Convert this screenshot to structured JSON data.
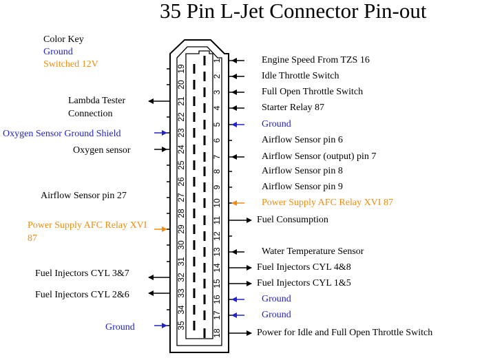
{
  "title": "35 Pin L-Jet Connector Pin-out",
  "colors": {
    "ground": "#2222cc",
    "switched": "#f28c0f",
    "default": "#000000"
  },
  "color_key": {
    "heading": "Color Key",
    "items": [
      {
        "label": "Ground",
        "kind": "ground"
      },
      {
        "label": "Switched 12V",
        "kind": "switched"
      }
    ]
  },
  "right_pins": [
    {
      "pin": "1",
      "label": "Engine Speed From TZS 16",
      "kind": "default",
      "dir": "in"
    },
    {
      "pin": "2",
      "label": "Idle Throttle Switch",
      "kind": "default",
      "dir": "in"
    },
    {
      "pin": "3",
      "label": "Full Open Throttle Switch",
      "kind": "default",
      "dir": "in"
    },
    {
      "pin": "4",
      "label": "Starter Relay 87",
      "kind": "default",
      "dir": "in"
    },
    {
      "pin": "5",
      "label": "Ground",
      "kind": "ground",
      "dir": "in"
    },
    {
      "pin": "6",
      "label": "Airflow Sensor pin 6",
      "kind": "default",
      "dir": "none"
    },
    {
      "pin": "7",
      "label": "Airflow Sensor (output) pin 7",
      "kind": "default",
      "dir": "in"
    },
    {
      "pin": "8",
      "label": "Airflow Sensor pin 8",
      "kind": "default",
      "dir": "none"
    },
    {
      "pin": "9",
      "label": "Airflow Sensor pin 9",
      "kind": "default",
      "dir": "none"
    },
    {
      "pin": "10",
      "label": "Power Supply AFC Relay XVI 87",
      "kind": "switched",
      "dir": "in"
    },
    {
      "pin": "11",
      "label": "Fuel Consumption",
      "kind": "default",
      "dir": "out"
    },
    {
      "pin": "12",
      "label": "",
      "kind": "default",
      "dir": "none"
    },
    {
      "pin": "13",
      "label": "Water Temperature Sensor",
      "kind": "default",
      "dir": "in"
    },
    {
      "pin": "14",
      "label": "Fuel Injectors CYL 4&8",
      "kind": "default",
      "dir": "out"
    },
    {
      "pin": "15",
      "label": "Fuel Injectors CYL 1&5",
      "kind": "default",
      "dir": "out"
    },
    {
      "pin": "16",
      "label": "Ground",
      "kind": "ground",
      "dir": "in"
    },
    {
      "pin": "17",
      "label": "Ground",
      "kind": "ground",
      "dir": "in"
    },
    {
      "pin": "18",
      "label": "Power for Idle and Full Open Throttle Switch",
      "kind": "default",
      "dir": "out"
    }
  ],
  "left_pins": [
    {
      "pin": "19",
      "label": "",
      "kind": "default",
      "dir": "none"
    },
    {
      "pin": "20",
      "label": "",
      "kind": "default",
      "dir": "none"
    },
    {
      "pin": "21",
      "label": "Lambda Tester Connection",
      "kind": "default",
      "dir": "out"
    },
    {
      "pin": "22",
      "label": "",
      "kind": "default",
      "dir": "none"
    },
    {
      "pin": "23",
      "label": "Oxygen Sensor Ground Shield",
      "kind": "ground",
      "dir": "in"
    },
    {
      "pin": "24",
      "label": "Oxygen sensor",
      "kind": "default",
      "dir": "in"
    },
    {
      "pin": "25",
      "label": "",
      "kind": "default",
      "dir": "none"
    },
    {
      "pin": "26",
      "label": "",
      "kind": "default",
      "dir": "none"
    },
    {
      "pin": "27",
      "label": "Airflow Sensor pin 27",
      "kind": "default",
      "dir": "none"
    },
    {
      "pin": "28",
      "label": "",
      "kind": "default",
      "dir": "none"
    },
    {
      "pin": "29",
      "label": "Power Supply AFC Relay XVI 87",
      "kind": "switched",
      "dir": "in"
    },
    {
      "pin": "30",
      "label": "",
      "kind": "default",
      "dir": "none"
    },
    {
      "pin": "31",
      "label": "",
      "kind": "default",
      "dir": "none"
    },
    {
      "pin": "32",
      "label": "Fuel Injectors CYL 3&7",
      "kind": "default",
      "dir": "out"
    },
    {
      "pin": "33",
      "label": "Fuel Injectors CYL 2&6",
      "kind": "default",
      "dir": "out"
    },
    {
      "pin": "34",
      "label": "",
      "kind": "default",
      "dir": "none"
    },
    {
      "pin": "35",
      "label": "Ground",
      "kind": "ground",
      "dir": "in"
    }
  ]
}
